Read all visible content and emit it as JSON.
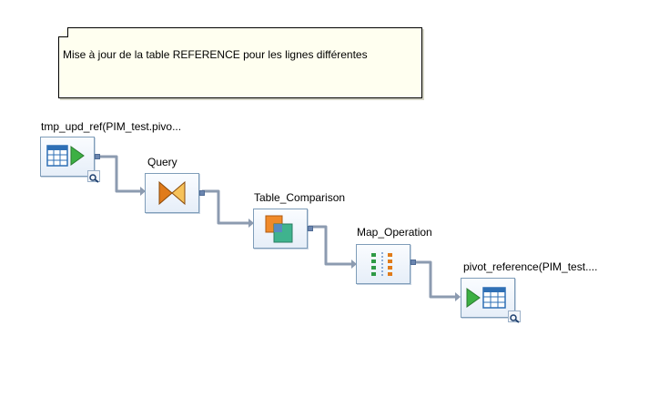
{
  "note": {
    "text": "Mise à jour de la table REFERENCE pour les lignes différentes"
  },
  "nodes": {
    "source": {
      "label": "tmp_upd_ref(PIM_test.pivo..."
    },
    "query": {
      "label": "Query"
    },
    "table_comparison": {
      "label": "Table_Comparison"
    },
    "map_operation": {
      "label": "Map_Operation"
    },
    "target": {
      "label": "pivot_reference(PIM_test...."
    }
  },
  "colors": {
    "connector": "#8c9bb0",
    "node_border": "#7f9db9",
    "play_green": "#3cb043",
    "query_orange": "#e07b1a"
  }
}
